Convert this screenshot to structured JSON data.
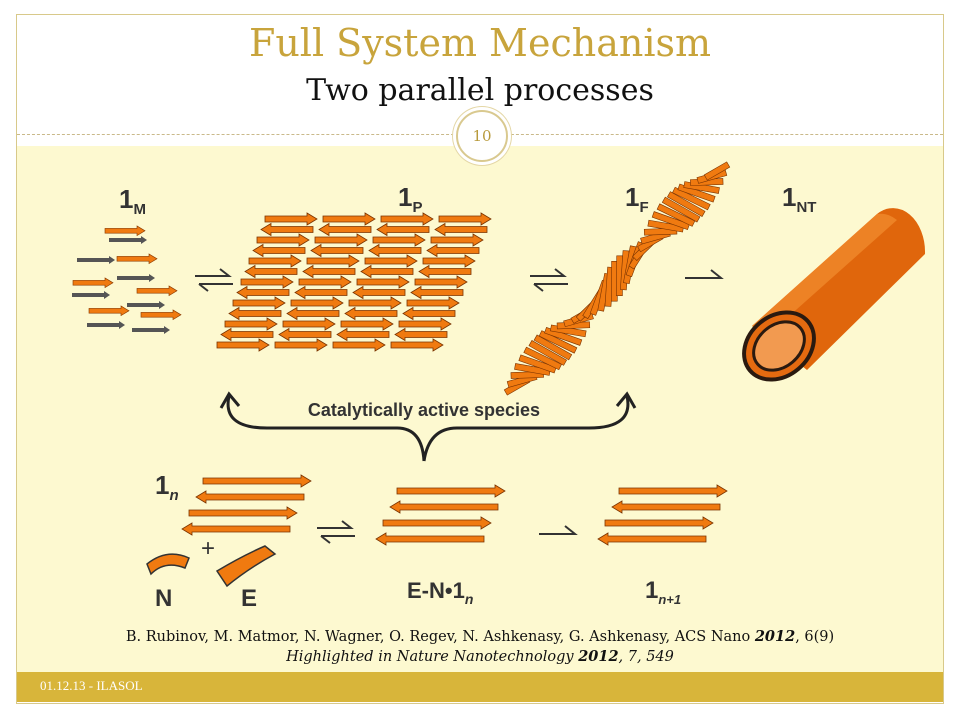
{
  "slide": {
    "title": "Full System Mechanism",
    "subtitle": "Two parallel processes",
    "number": "10",
    "footer": "01.12.13 - ILASOL"
  },
  "diagram": {
    "top_labels": {
      "m": "1",
      "m_sub": "M",
      "p": "1",
      "p_sub": "P",
      "f": "1",
      "f_sub": "F",
      "nt": "1",
      "nt_sub": "NT"
    },
    "middle_label": "Catalytically active species",
    "bottom_labels": {
      "n": "1",
      "n_sub": "n",
      "plus": "+",
      "N": "N",
      "E": "E",
      "complex": "E-N•1",
      "complex_sub": "n",
      "n1": "1",
      "n1_sub": "n+1"
    }
  },
  "citation": {
    "line1_prefix": "B. Rubinov,  M. Matmor, N. Wagner, O. Regev, N. Ashkenasy, G. Ashkenasy, ACS Nano ",
    "line1_year": "2012",
    "line1_suffix": ", 6(9)",
    "line2_prefix": "Highlighted in Nature Nanotechnology ",
    "line2_year": "2012",
    "line2_suffix": ", 7, 549"
  },
  "colors": {
    "accent": "#c8a43c",
    "panel": "#fdf9d0",
    "footer": "#d8b53a",
    "strand": "#f07a10"
  }
}
